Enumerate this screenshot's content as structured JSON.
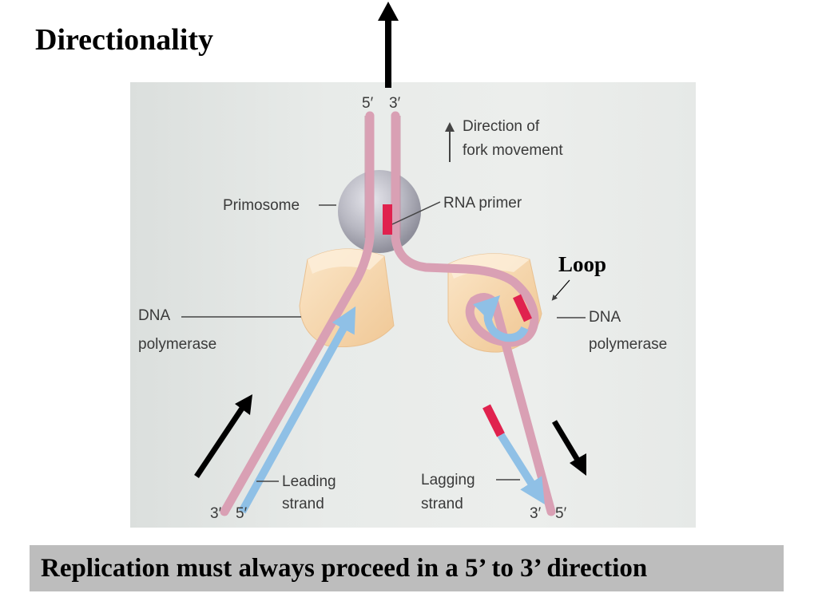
{
  "slide": {
    "title": "Directionality",
    "caption": "Replication must always proceed in a 5’ to 3’ direction"
  },
  "diagram": {
    "top_five_prime": "5′",
    "top_three_prime": "3′",
    "fork_direction_line1": "Direction of",
    "fork_direction_line2": "fork movement",
    "primosome": "Primosome",
    "rna_primer": "RNA primer",
    "loop": "Loop",
    "dna_polymerase_left_line1": "DNA",
    "dna_polymerase_left_line2": "polymerase",
    "dna_polymerase_right_line1": "DNA",
    "dna_polymerase_right_line2": "polymerase",
    "leading_line1": "Leading",
    "leading_line2": "strand",
    "lagging_line1": "Lagging",
    "lagging_line2": "strand",
    "bottom_left_three_prime": "3′",
    "bottom_left_five_prime": "5′",
    "bottom_right_three_prime": "3′",
    "bottom_right_five_prime": "5′"
  },
  "colors": {
    "strand_pink": "#d9a0b4",
    "new_strand_blue": "#8fc0e6",
    "primer_red": "#e0224e",
    "polymerase_peach": "#f4d2a6",
    "primosome_gray": "#b2b2bc"
  }
}
